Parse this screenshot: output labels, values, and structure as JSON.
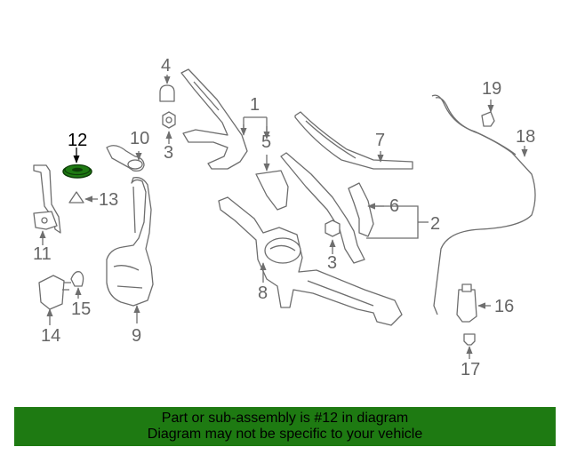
{
  "diagram": {
    "highlighted_part": "12",
    "callouts": [
      "1",
      "2",
      "3",
      "3",
      "4",
      "5",
      "6",
      "7",
      "8",
      "9",
      "10",
      "11",
      "12",
      "13",
      "14",
      "15",
      "16",
      "17",
      "18",
      "19"
    ]
  },
  "colors": {
    "highlight": "#1e7a12",
    "line": "#6e6e6e",
    "banner_bg": "#1e7a12"
  },
  "banner": {
    "line1": "Part or sub-assembly is #12 in diagram",
    "line2": "Diagram may not be specific to your vehicle"
  }
}
